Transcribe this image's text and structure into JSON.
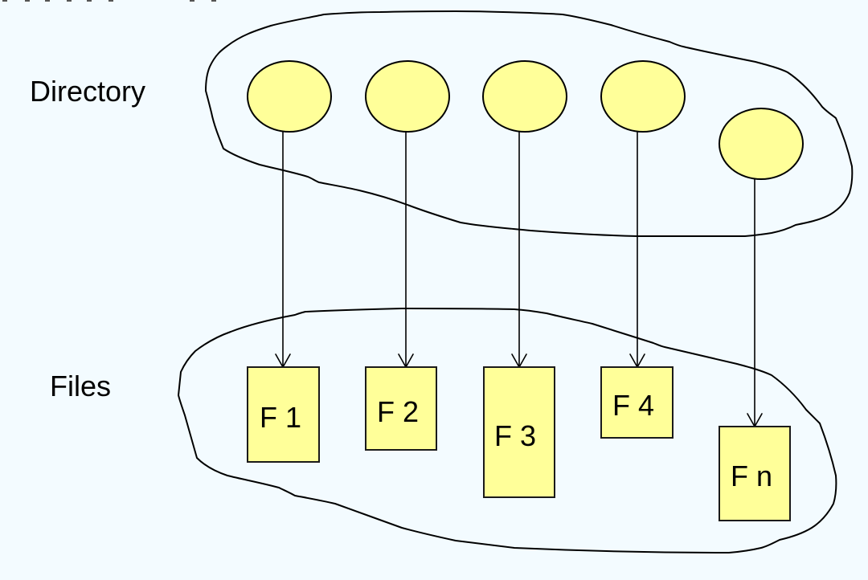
{
  "diagram": {
    "labels": {
      "directory": "Directory",
      "files": "Files"
    },
    "colors": {
      "background": "#F3FBFF",
      "node_fill": "#FFFF99",
      "stroke": "#000000"
    },
    "directory_entries": [
      {
        "id": "d1",
        "target": "f1"
      },
      {
        "id": "d2",
        "target": "f2"
      },
      {
        "id": "d3",
        "target": "f3"
      },
      {
        "id": "d4",
        "target": "f4"
      },
      {
        "id": "d5",
        "target": "fn"
      }
    ],
    "files": [
      {
        "id": "f1",
        "label": "F 1"
      },
      {
        "id": "f2",
        "label": "F 2"
      },
      {
        "id": "f3",
        "label": "F 3"
      },
      {
        "id": "f4",
        "label": "F 4"
      },
      {
        "id": "fn",
        "label": "F n"
      }
    ]
  }
}
